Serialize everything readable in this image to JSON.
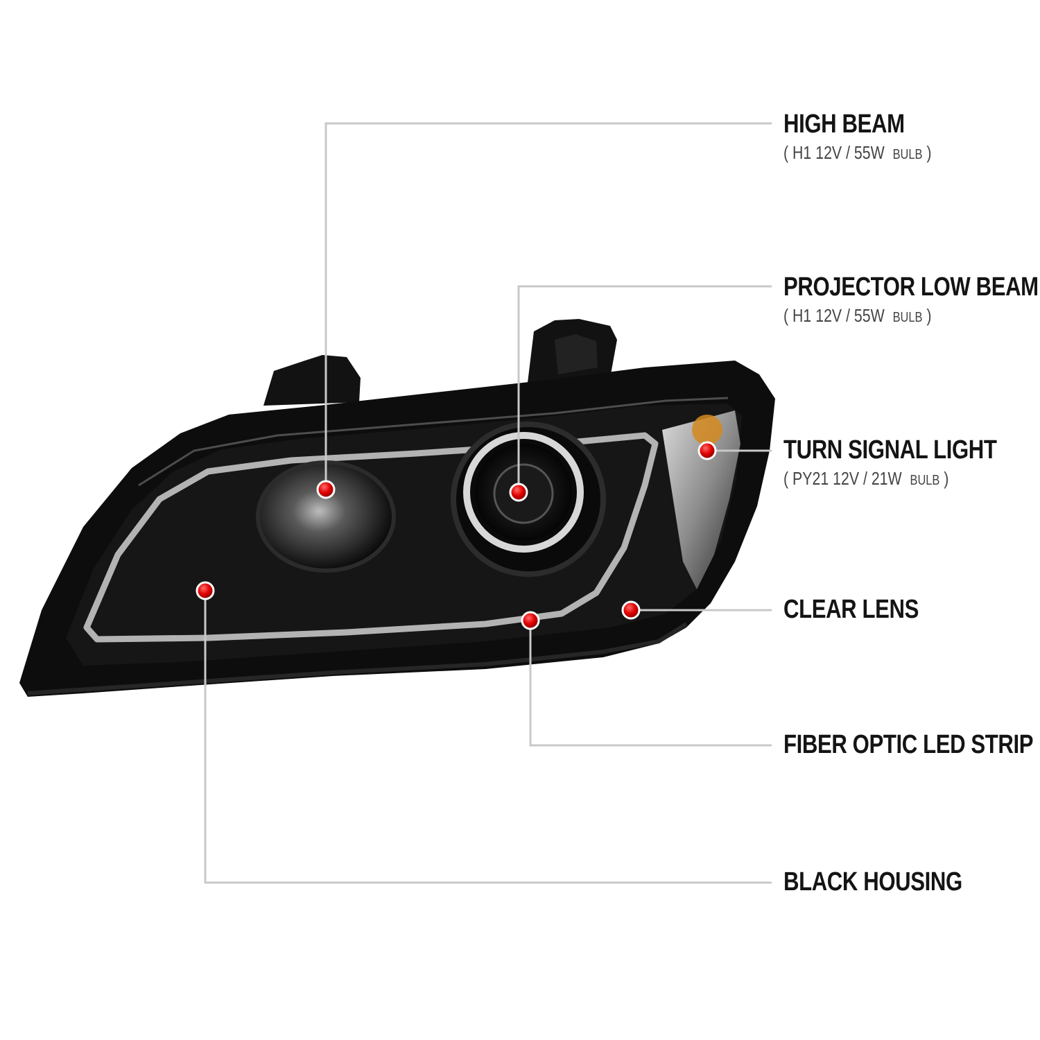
{
  "callouts": [
    {
      "id": "high-beam",
      "title": "HIGH BEAM",
      "spec": "H1  12V / 55W",
      "bulb": "BULB"
    },
    {
      "id": "projector-low-beam",
      "title": "PROJECTOR LOW BEAM",
      "spec": "H1  12V / 55W",
      "bulb": "BULB"
    },
    {
      "id": "turn-signal-light",
      "title": "TURN SIGNAL LIGHT",
      "spec": "PY21  12V / 21W",
      "bulb": "BULB"
    },
    {
      "id": "clear-lens",
      "title": "CLEAR LENS"
    },
    {
      "id": "fiber-optic-led-strip",
      "title": "FIBER OPTIC LED STRIP"
    },
    {
      "id": "black-housing",
      "title": "BLACK HOUSING"
    }
  ],
  "colors": {
    "leader": "#c8c8c8",
    "marker": "#e00000",
    "housing": "#0d0d0d"
  }
}
